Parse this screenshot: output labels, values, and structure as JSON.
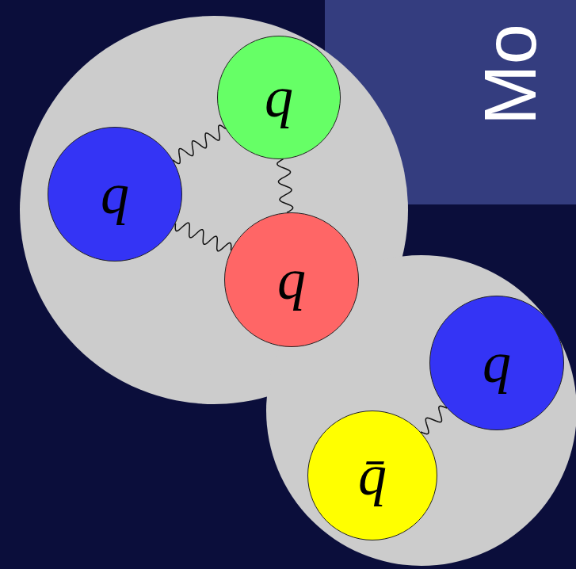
{
  "diagram": {
    "nodes": [
      {
        "text": [
          "q"
        ]
      },
      {
        "text": [
          "q"
        ]
      },
      {
        "text": [
          "q"
        ]
      },
      {
        "text": [
          "q"
        ]
      },
      {
        "text": [
          "q̄"
        ]
      }
    ],
    "edges": [
      {
        "from": 1,
        "to": 0,
        "arrow": "none"
      },
      {
        "from": 0,
        "to": 2,
        "arrow": "none"
      },
      {
        "from": 1,
        "to": 2,
        "arrow": "none"
      },
      {
        "from": 3,
        "to": 4,
        "arrow": "none"
      }
    ],
    "labels": [
      "Mo"
    ]
  }
}
